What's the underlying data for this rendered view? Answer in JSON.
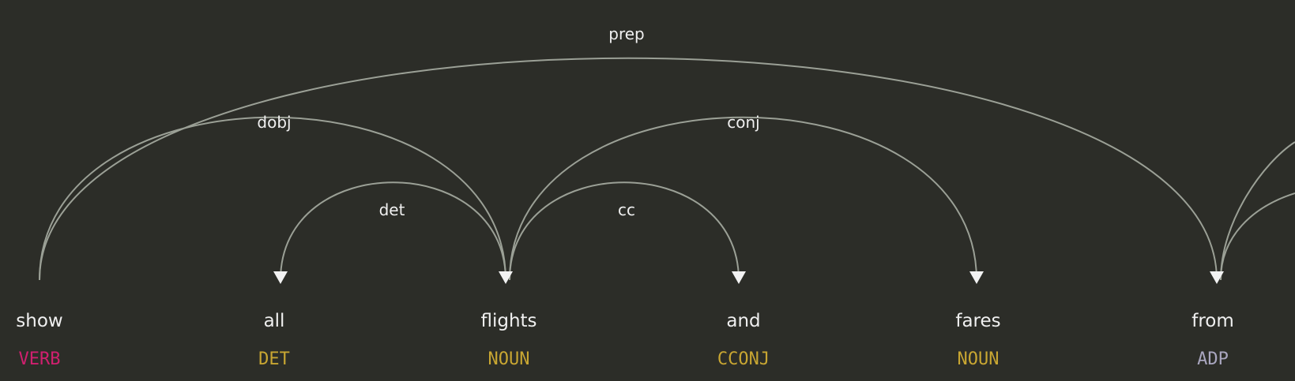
{
  "colors": {
    "background": "#2c2d28",
    "arc": "#9ba096",
    "text": "#f0f0f0",
    "VERB": "#d0206f",
    "DET": "#c8a632",
    "NOUN": "#c8a632",
    "CCONJ": "#c8a632",
    "ADP": "#a9a6bf"
  },
  "tokens": [
    {
      "text": "show",
      "tag": "VERB"
    },
    {
      "text": "all",
      "tag": "DET"
    },
    {
      "text": "flights",
      "tag": "NOUN"
    },
    {
      "text": "and",
      "tag": "CCONJ"
    },
    {
      "text": "fares",
      "tag": "NOUN"
    },
    {
      "text": "from",
      "tag": "ADP"
    }
  ],
  "arcs": [
    {
      "label": "prep",
      "head": 0,
      "dep": 5
    },
    {
      "label": "dobj",
      "head": 0,
      "dep": 2
    },
    {
      "label": "det",
      "head": 2,
      "dep": 1
    },
    {
      "label": "conj",
      "head": 2,
      "dep": 4
    },
    {
      "label": "cc",
      "head": 2,
      "dep": 3
    }
  ]
}
